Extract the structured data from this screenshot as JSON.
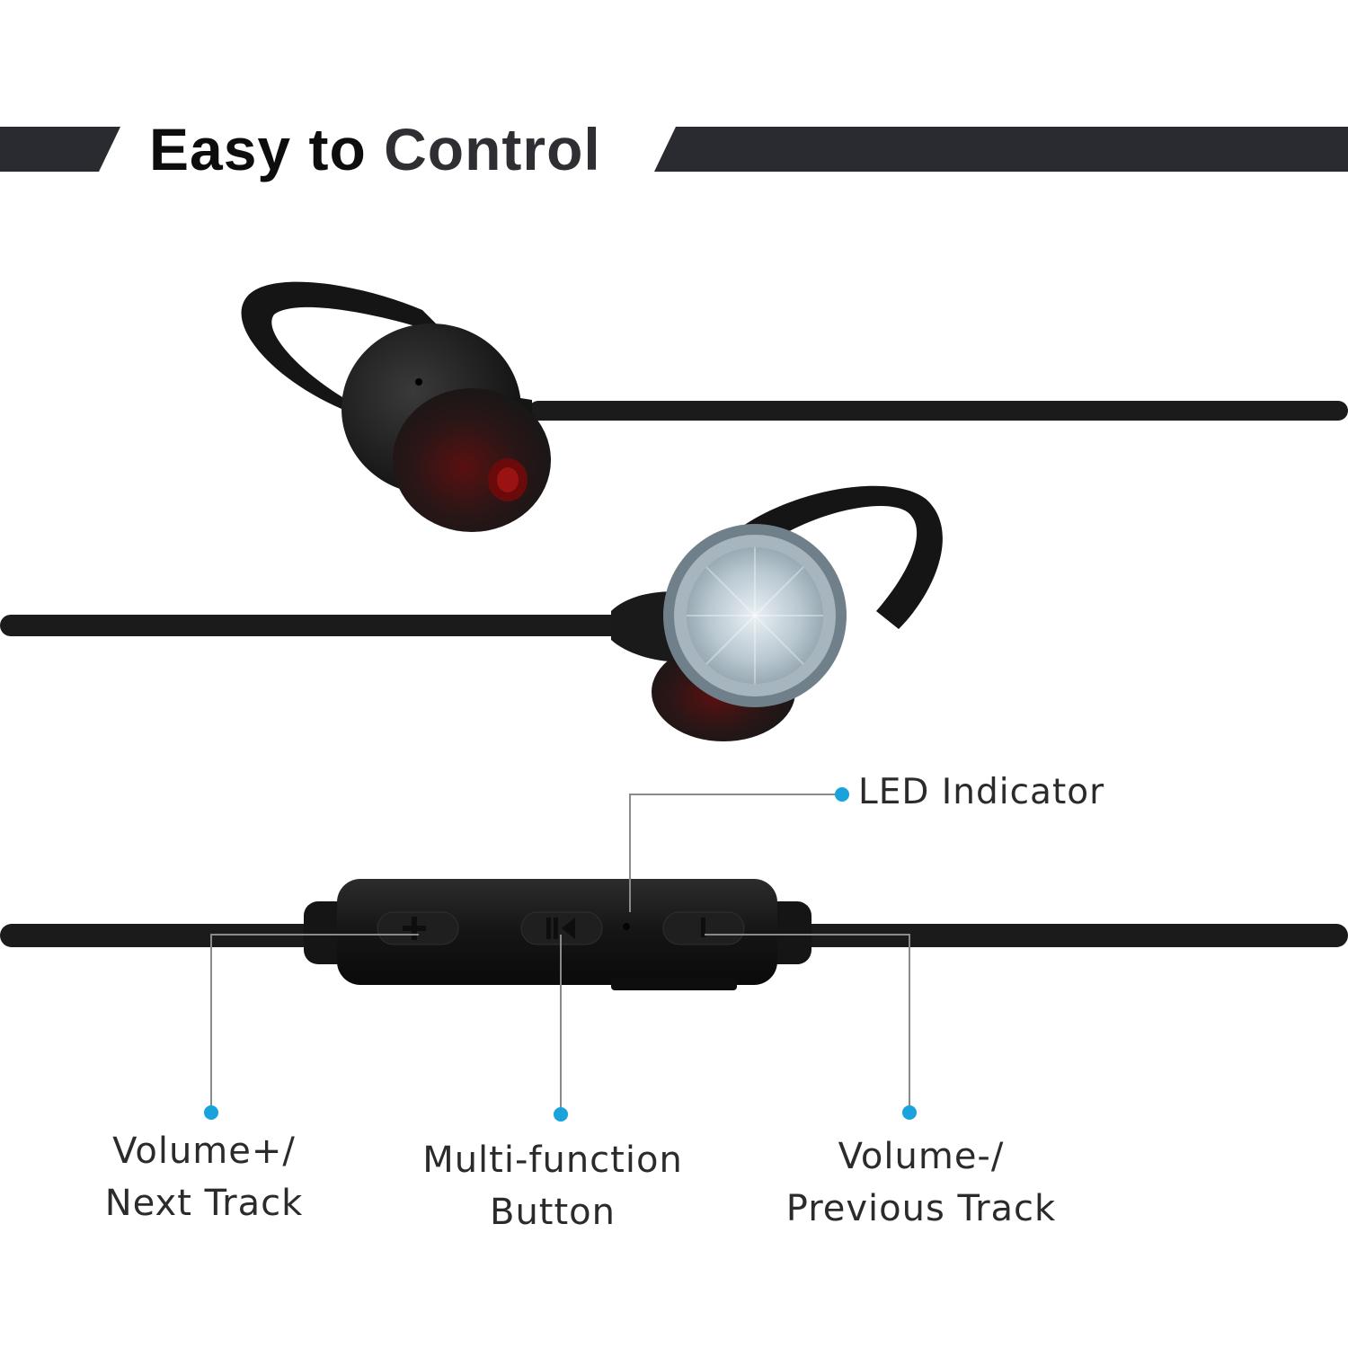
{
  "header": {
    "title_part1": "Easy to",
    "title_part2": "Control",
    "title_part1_color": "#0d0d0d",
    "title_part2_color": "#2e2e33"
  },
  "callouts": {
    "led": "LED Indicator",
    "volume_up_line1": "Volume+/",
    "volume_up_line2": "Next Track",
    "multi_line1": "Multi-function",
    "multi_line2": "Button",
    "volume_down_line1": "Volume-/",
    "volume_down_line2": "Previous Track"
  },
  "colors": {
    "banner": "#2a2b30",
    "cable": "#1b1b1b",
    "accent_dot": "#1aa2dc",
    "leader_line": "#8a8a8a",
    "earbud_metal": "#9aa9b2",
    "eartip_red": "#6b0a0a"
  },
  "icons": {
    "plus_button": "plus-icon",
    "multi_button": "play-pause-icon",
    "minus_button": "minus-icon"
  }
}
